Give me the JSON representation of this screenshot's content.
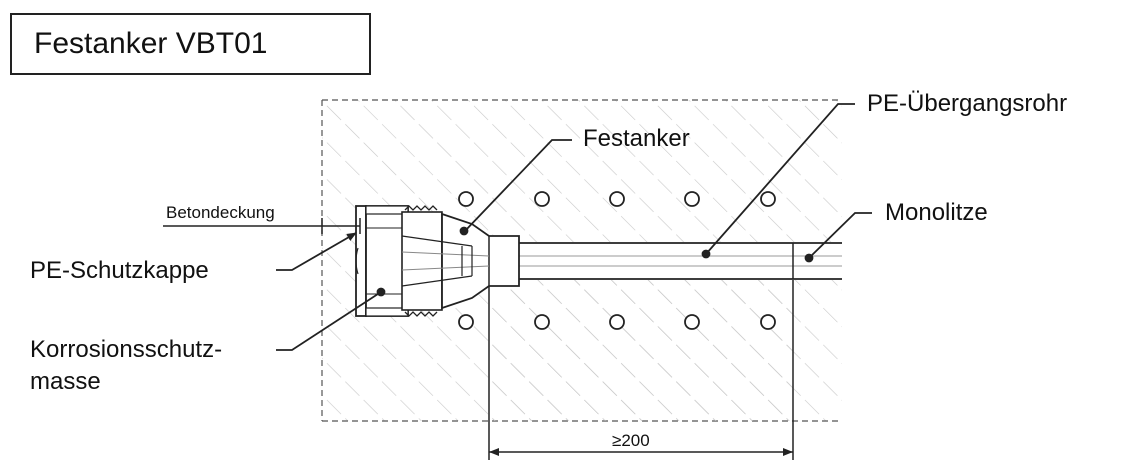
{
  "title": "Festanker VBT01",
  "labels": {
    "festanker": "Festanker",
    "pe_uebergangsrohr": "PE-Übergangsrohr",
    "monolitze": "Monolitze",
    "betondeckung": "Betondeckung",
    "pe_schutzkappe": "PE-Schutzkappe",
    "korrosionsschutz_line1": "Korrosionsschutz-",
    "korrosionsschutz_line2": "masse",
    "dimension": "≥200"
  },
  "colors": {
    "line": "#222222",
    "hatch": "#c8c8c8",
    "background": "#ffffff"
  }
}
